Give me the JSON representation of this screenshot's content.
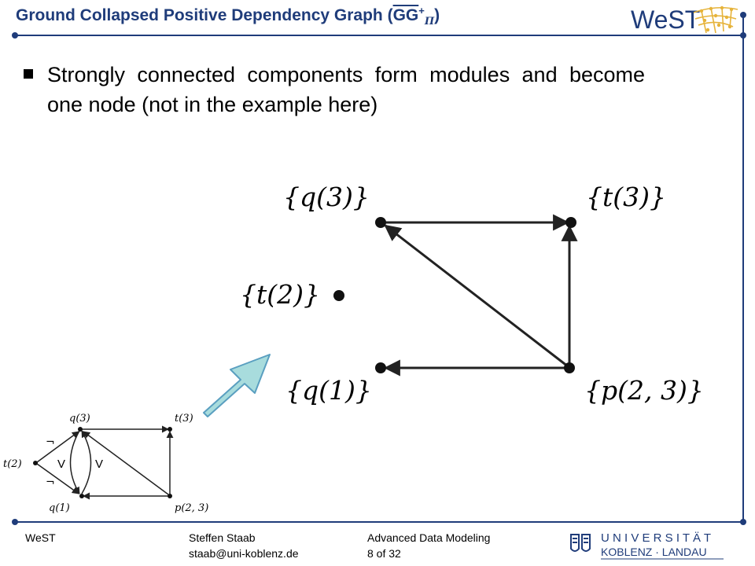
{
  "title": {
    "main": "Ground Collapsed Positive Dependency Graph (",
    "gg": "GG",
    "sup": "+",
    "sub": "Π",
    "close": ")"
  },
  "bullet": {
    "text": "Strongly connected components form modules and become one node (not in the example here)"
  },
  "big_graph": {
    "nodes": {
      "q3": "{q(3)}",
      "t3": "{t(3)}",
      "t2": "{t(2)}",
      "q1": "{q(1)}",
      "p23": "{p(2, 3)}"
    }
  },
  "small_graph": {
    "nodes": {
      "q3": "q(3)",
      "t3": "t(3)",
      "t2": "t(2)",
      "q1": "q(1)",
      "p23": "p(2, 3)"
    },
    "neg_label": "¬",
    "or_label": "V"
  },
  "footer": {
    "org": "WeST",
    "author": "Steffen Staab",
    "email": "staab@uni-koblenz.de",
    "course": "Advanced Data Modeling",
    "page": "8 of 32"
  },
  "logos": {
    "west": "WeST",
    "uni_line1": "U N I V E R S I T Ä T",
    "uni_line2": "KOBLENZ · LANDAU"
  },
  "colors": {
    "accent": "#1f3c7a",
    "arrow_fill": "#a8dcdd",
    "arrow_stroke": "#5a9fc0",
    "logo_gold": "#e6b33a"
  }
}
